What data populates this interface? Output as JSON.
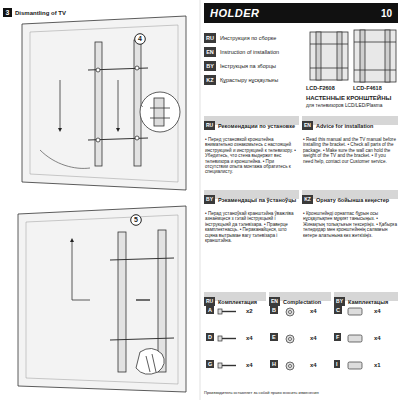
{
  "diagram": {
    "nodes": [
      {
        "text": [
          "3",
          "Dismantling of TV"
        ]
      },
      {
        "text": [
          "4"
        ]
      },
      {
        "text": [
          "5"
        ]
      },
      {
        "text": [
          "HOLDER",
          "10"
        ]
      },
      {
        "text": [
          "RU",
          "Инструкция по сборке"
        ]
      },
      {
        "text": [
          "EN",
          "Instruction of installation"
        ]
      },
      {
        "text": [
          "BY",
          "Інструкцыя па зборцы"
        ]
      },
      {
        "text": [
          "KZ",
          "Құрастыру нұсқаулығы"
        ]
      },
      {
        "text": [
          "RU",
          "Рекомендации по установке",
          "• Перед установкой кронштейна внимательно ознакомьтесь с настоящей инструкцией и инструкцией к телевизору. • Убедитесь, что стена выдержит вес телевизора и кронштейна. • При отсутствии опыта монтажа обратитесь к специалисту."
        ]
      },
      {
        "text": [
          "EN",
          "Advice for installation",
          "• Read this manual and the TV manual before installing the bracket. • Check all parts of the package. • Make sure the wall can hold the weight of the TV and the bracket. • If you need help, contact our Customer service."
        ]
      },
      {
        "text": [
          "BY",
          "Рэкамендацыі па ўстаноўцы",
          "• Перад устаноўкай кранштэйна ўважліва азнаёмцеся з гэтай інструкцыяй і інструкцыяй да тэлевізара. • Праверце камплектнасць. • Пераканайцеся, што сцяна вытрымае вагу тэлевізара і кранштэйна."
        ]
      },
      {
        "text": [
          "KZ",
          "Орнату бойынша кеңестер",
          "• Кронштейнді орнатпас бұрын осы нұсқаулықпен мұқият танысыңыз. • Жинақтың толықтығын тексеріңіз. • Қабырға теледидар мен кронштейннің салмағын көтере алатынына көз жеткізіңіз."
        ]
      },
      {
        "text": [
          "RU",
          "Комплектация"
        ]
      },
      {
        "text": [
          "EN",
          "Complectation"
        ]
      },
      {
        "text": [
          "BY",
          "Камплектацыя"
        ]
      }
    ],
    "labels": [
      "LCD-F2608",
      "LCD-F4618",
      "НАСТЕННЫЕ КРОНШТЕЙНЫ",
      "для телевизоров LCD/LED/Plasma",
      "A",
      "x2",
      "B",
      "x4",
      "C",
      "x4",
      "D",
      "x4",
      "E",
      "x4",
      "F",
      "x4",
      "G",
      "x4",
      "H",
      "x4",
      "I",
      "x1",
      "Производитель оставляет за собой право вносить изменения"
    ]
  }
}
